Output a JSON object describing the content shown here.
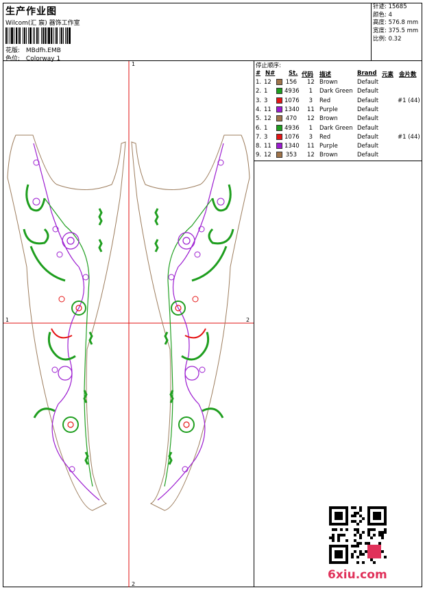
{
  "header": {
    "title": "生产作业图",
    "company": "Wilcom(汇 宸) 器饰工作室",
    "design_label": "花版:",
    "design_value": "MBdfh.EMB",
    "color_label": "色位:",
    "color_value": "Colorway 1"
  },
  "stats": {
    "stitches": "针迹: 15685",
    "colors": "颜色: 4",
    "height": "高度: 576.8 mm",
    "width": "宽度: 375.5 mm",
    "scale": "比例: 0.32"
  },
  "stop_sequence": {
    "title": "停止顺序:",
    "headers": [
      "#",
      "N#",
      "St.",
      "代码",
      "描述",
      "Brand",
      "元素",
      "金片数"
    ],
    "rows": [
      {
        "idx": "1.",
        "n": "12",
        "color": "#a0744a",
        "st": "156",
        "code": "12",
        "desc": "Brown",
        "brand": "Default",
        "seq": ""
      },
      {
        "idx": "2.",
        "n": "1",
        "color": "#1e9e1e",
        "st": "4936",
        "code": "1",
        "desc": "Dark Green",
        "brand": "Default",
        "seq": ""
      },
      {
        "idx": "3.",
        "n": "3",
        "color": "#e51414",
        "st": "1076",
        "code": "3",
        "desc": "Red",
        "brand": "Default",
        "seq": "#1 (44)"
      },
      {
        "idx": "4.",
        "n": "11",
        "color": "#9b1bd0",
        "st": "1340",
        "code": "11",
        "desc": "Purple",
        "brand": "Default",
        "seq": ""
      },
      {
        "idx": "5.",
        "n": "12",
        "color": "#a0744a",
        "st": "470",
        "code": "12",
        "desc": "Brown",
        "brand": "Default",
        "seq": ""
      },
      {
        "idx": "6.",
        "n": "1",
        "color": "#1e9e1e",
        "st": "4936",
        "code": "1",
        "desc": "Dark Green",
        "brand": "Default",
        "seq": ""
      },
      {
        "idx": "7.",
        "n": "3",
        "color": "#e51414",
        "st": "1076",
        "code": "3",
        "desc": "Red",
        "brand": "Default",
        "seq": "#1 (44)"
      },
      {
        "idx": "8.",
        "n": "11",
        "color": "#9b1bd0",
        "st": "1340",
        "code": "11",
        "desc": "Purple",
        "brand": "Default",
        "seq": ""
      },
      {
        "idx": "9.",
        "n": "12",
        "color": "#a0744a",
        "st": "353",
        "code": "12",
        "desc": "Brown",
        "brand": "Default",
        "seq": ""
      }
    ]
  },
  "axis_markers": {
    "top": "1",
    "bottom": "2",
    "left": "1",
    "right": "2"
  },
  "watermark": "6xiu.com",
  "colors": {
    "outline": "#9c7c5c",
    "axis": "#e01010",
    "green": "#1e9e1e",
    "red": "#e51414",
    "purple": "#9b1bd0"
  }
}
